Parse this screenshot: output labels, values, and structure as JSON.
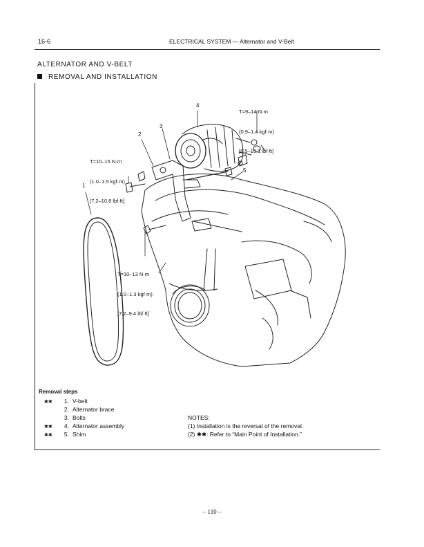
{
  "header": {
    "page_ref": "16-6",
    "title": "ELECTRICAL  SYSTEM  —  Alternator and V-Belt"
  },
  "section_title": "ALTERNATOR AND V-BELT",
  "subsection_title": "REMOVAL AND INSTALLATION",
  "diagram": {
    "callouts": [
      "1",
      "2",
      "3",
      "4",
      "5"
    ],
    "torque_specs": [
      {
        "lines": [
          "T=9–14 N·m",
          "(0.9–1.4 kgf·m)",
          "[6.5–10.1 lbf·ft]"
        ]
      },
      {
        "lines": [
          "T=10–15 N·m",
          "(1.0–1.5 kgf·m)",
          "[7.2–10.8 lbf·ft]"
        ]
      },
      {
        "lines": [
          "T=10–13 N·m",
          "(1.0–1.3 kgf·m)",
          "[7.2–9.4 lbf·ft]"
        ]
      }
    ]
  },
  "removal_steps": {
    "title": "Removal steps",
    "items": [
      {
        "marker": "✱✱",
        "number": "1.",
        "text": "V-belt"
      },
      {
        "marker": "",
        "number": "2.",
        "text": "Alternator brace"
      },
      {
        "marker": "",
        "number": "3.",
        "text": "Bolts"
      },
      {
        "marker": "✱✱",
        "number": "4.",
        "text": "Alternator assembly"
      },
      {
        "marker": "✱✱",
        "number": "5.",
        "text": "Shim"
      }
    ]
  },
  "notes": {
    "title": "NOTES:",
    "items": [
      "(1) Installation is the reversal of the removal.",
      "(2)  ✱✱:  Refer to “Main Point of Installation.”"
    ]
  },
  "page_number": "– 110 –"
}
